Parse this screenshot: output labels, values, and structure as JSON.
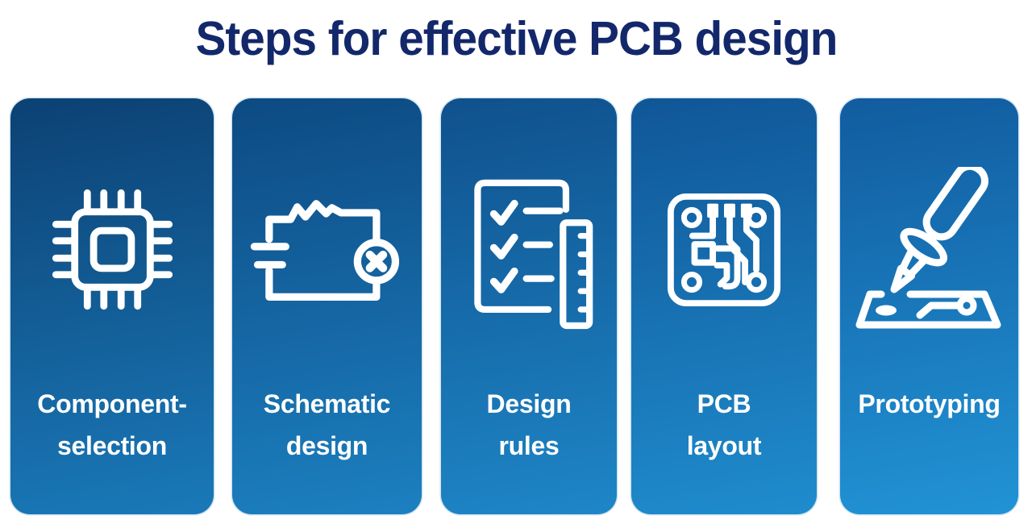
{
  "title": "Steps for effective PCB design",
  "colors": {
    "title": "#13286b",
    "label_text": "#ffffff",
    "icon_stroke": "#ffffff",
    "card_edge": "#add1e9"
  },
  "cards": [
    {
      "id": "component-selection",
      "icon": "chip-icon",
      "lines": [
        "Component-",
        "selection"
      ],
      "gradient": {
        "top": "#0c4173",
        "bottom": "#1a79b9"
      }
    },
    {
      "id": "schematic-design",
      "icon": "circuit-error-icon",
      "lines": [
        "Schematic",
        "design"
      ],
      "gradient": {
        "top": "#0d4a83",
        "bottom": "#1c80c0"
      }
    },
    {
      "id": "design-rules",
      "icon": "checklist-ruler-icon",
      "lines": [
        "Design",
        "rules"
      ],
      "gradient": {
        "top": "#0f518d",
        "bottom": "#1e86c7"
      }
    },
    {
      "id": "pcb-layout",
      "icon": "pcb-board-icon",
      "lines": [
        "PCB",
        "layout"
      ],
      "gradient": {
        "top": "#105697",
        "bottom": "#1f8ccd"
      }
    },
    {
      "id": "prototyping",
      "icon": "soldering-iron-icon",
      "lines": [
        "Prototyping"
      ],
      "gradient": {
        "top": "#115c9f",
        "bottom": "#2193d5"
      }
    }
  ]
}
